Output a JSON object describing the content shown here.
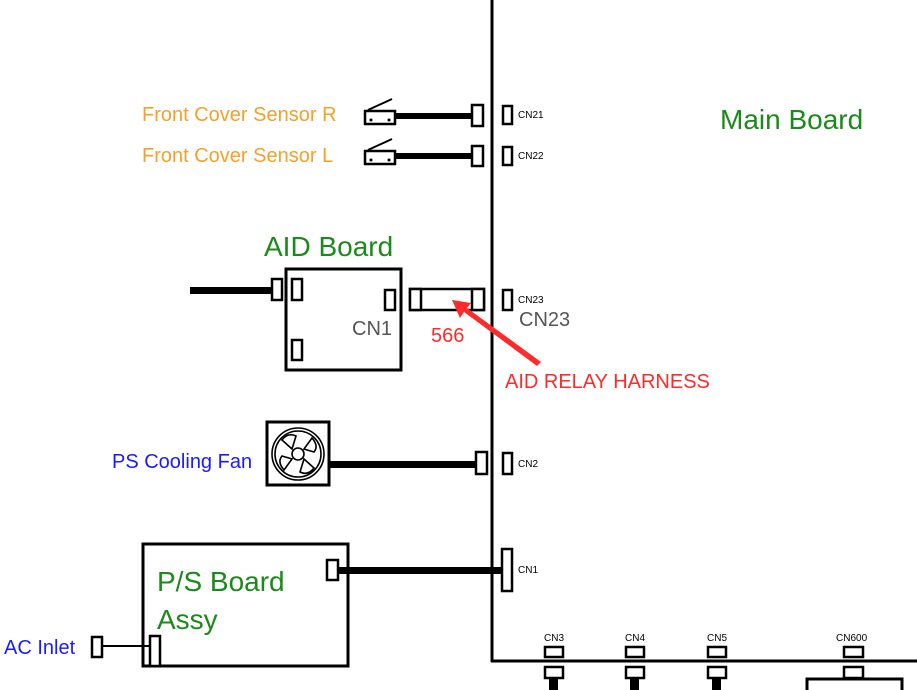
{
  "main_board": {
    "title": "Main Board"
  },
  "sensors": [
    {
      "label": "Front Cover Sensor R",
      "connector": "CN21"
    },
    {
      "label": "Front Cover Sensor L",
      "connector": "CN22"
    }
  ],
  "aid_board": {
    "title": "AID Board",
    "connector_label": "CN1",
    "main_connector_small": "CN23",
    "main_connector_large": "CN23"
  },
  "annotation": {
    "part_number": "566",
    "text": "AID RELAY HARNESS",
    "color": "#ff2a2a"
  },
  "fan": {
    "label": "PS Cooling Fan",
    "connector": "CN2"
  },
  "ps_board": {
    "title_line1": "P/S Board",
    "title_line2": "Assy",
    "connector": "CN1"
  },
  "ac_inlet": {
    "label": "AC Inlet"
  },
  "bottom_connectors": [
    "CN3",
    "CN4",
    "CN5",
    "CN600"
  ]
}
